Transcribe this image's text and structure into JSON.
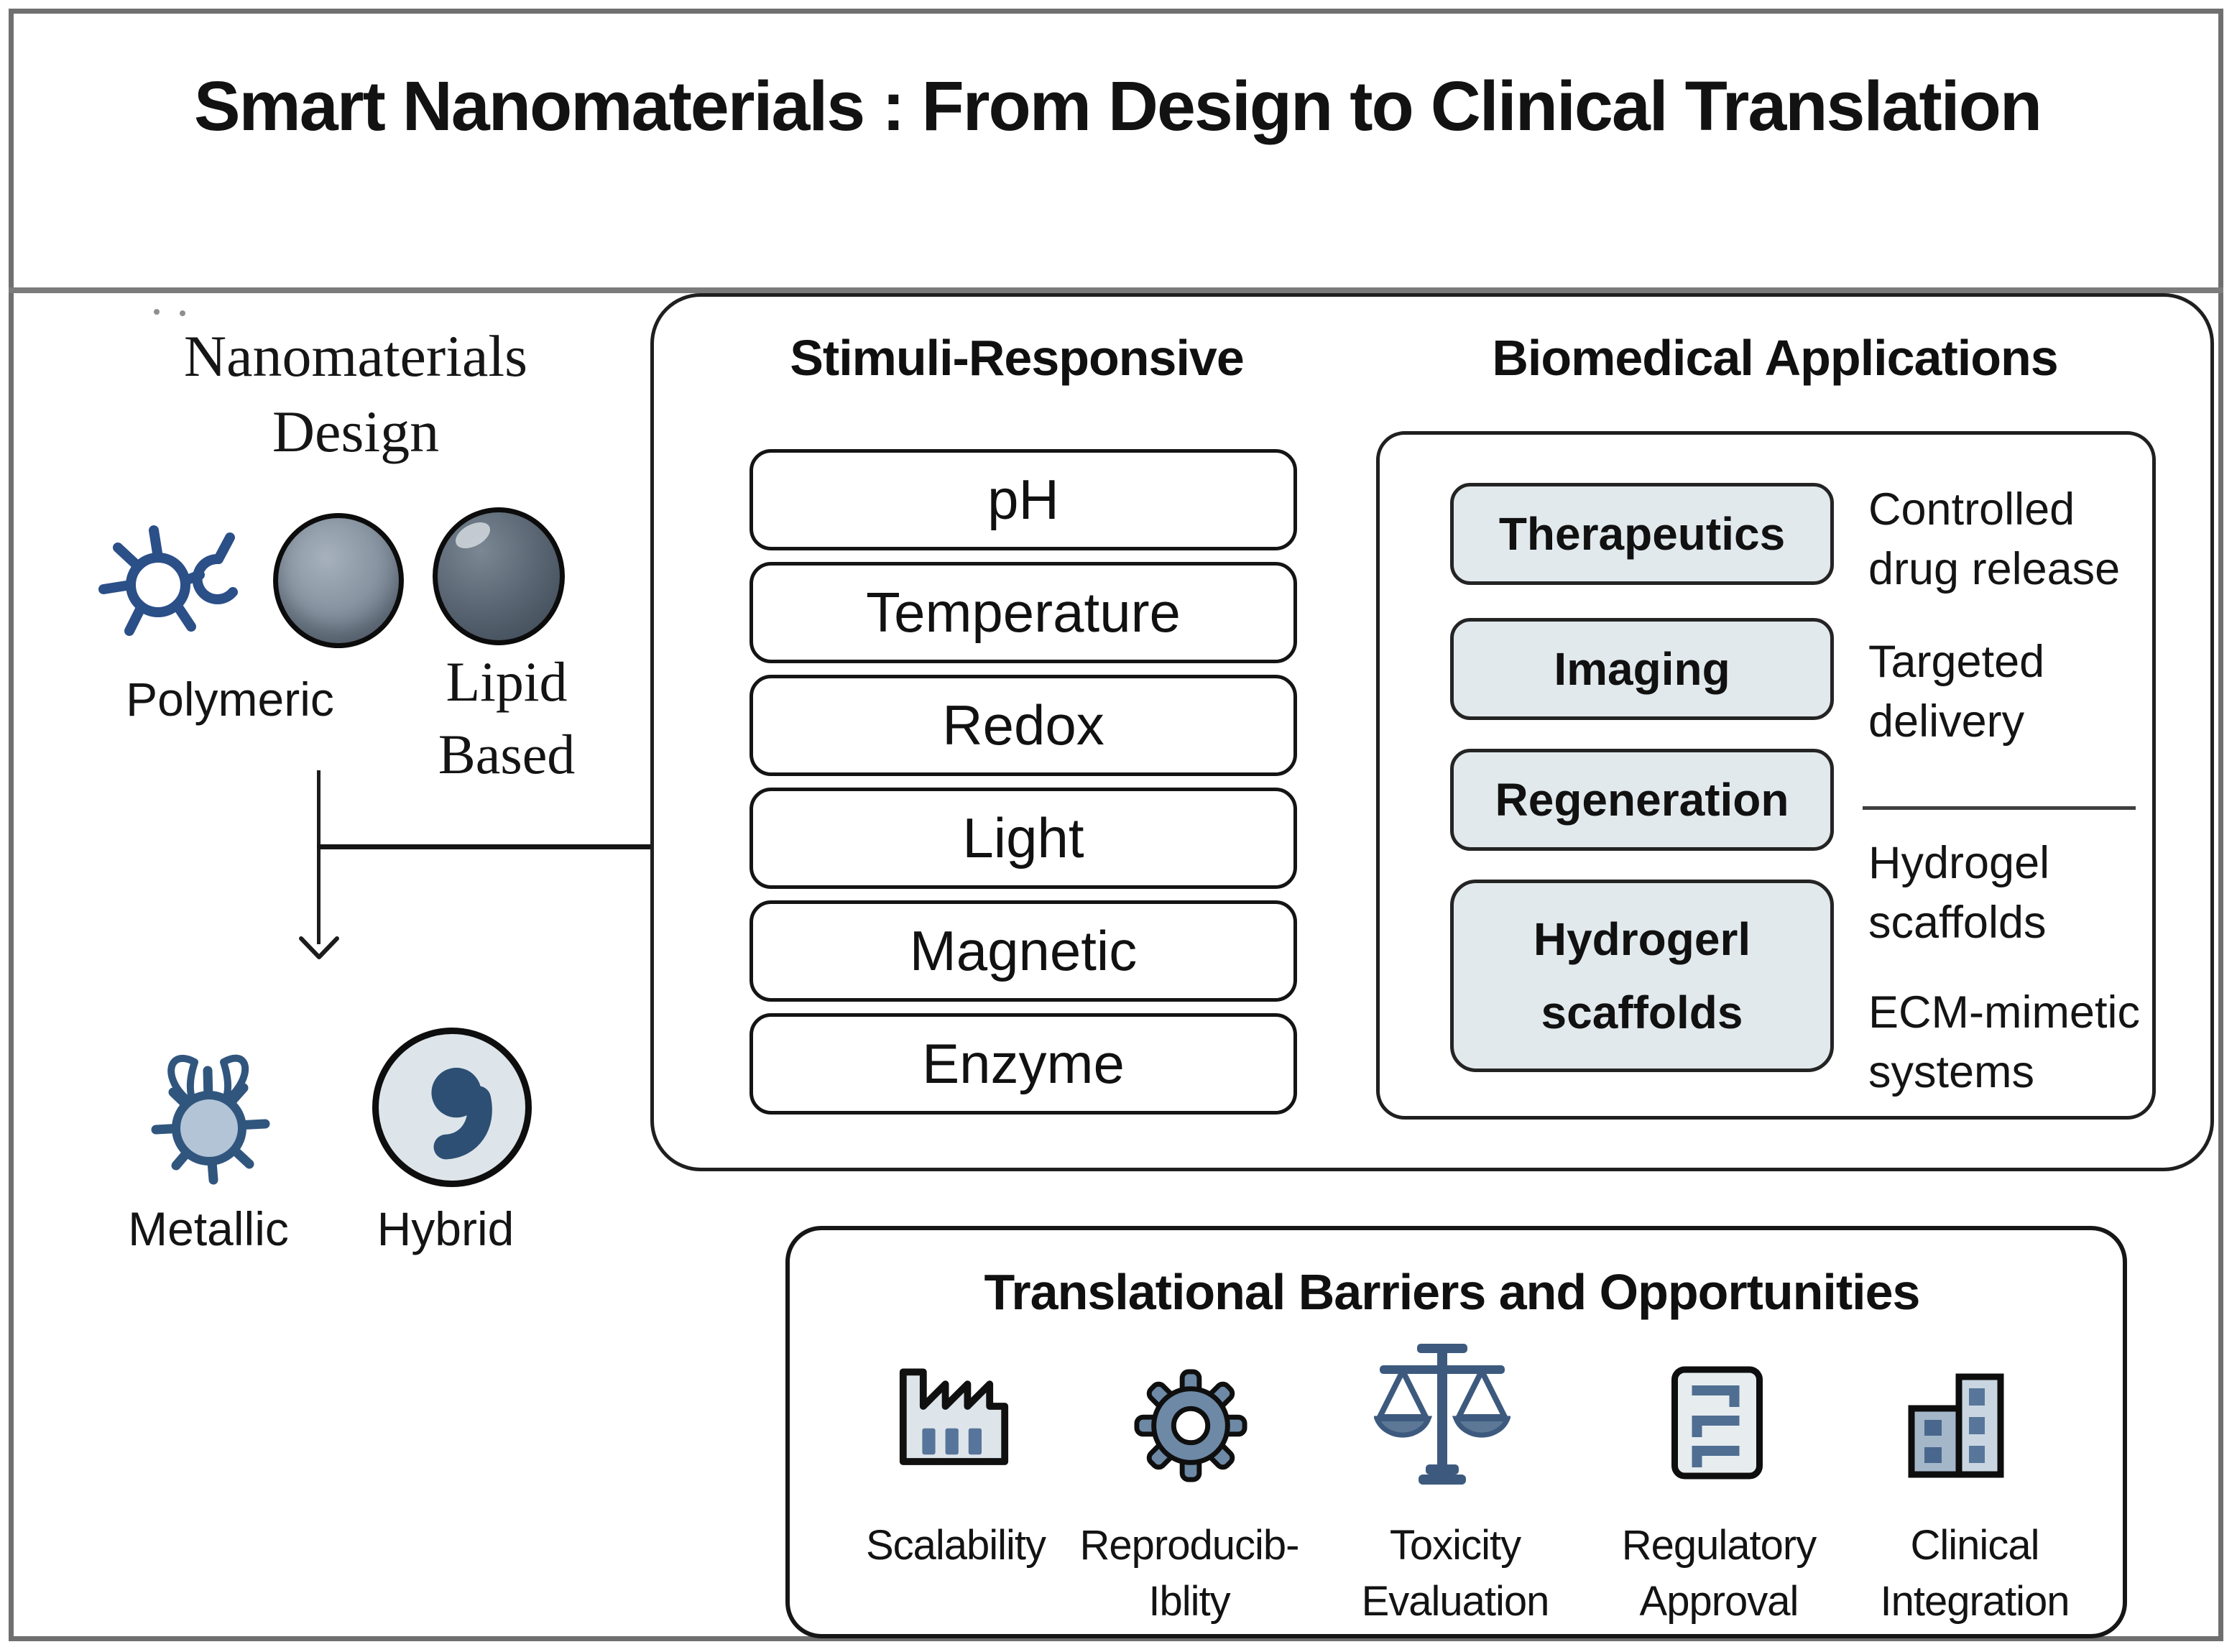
{
  "title": "Smart Nanomaterials : From Design to Clinical Translation",
  "design_panel": {
    "heading": {
      "line1": "Nanomaterials",
      "line2": "Design"
    },
    "polymeric_label": "Polymeric",
    "lipid_label": {
      "line1": "Lipid",
      "line2": "Based"
    },
    "metallic_label": "Metallic",
    "hybrid_label": "Hybrid",
    "icons": [
      "polymer-network-icon",
      "nanoparticle-sphere-icon",
      "lipid-sphere-icon",
      "metallic-nanoparticle-icon",
      "hybrid-nanoparticle-icon",
      "arrow-down-icon"
    ]
  },
  "stimuli_panel": {
    "heading": "Stimuli-Responsive",
    "items": [
      "pH",
      "Temperature",
      "Redox",
      "Light",
      "Magnetic",
      "Enzyme"
    ]
  },
  "biomedical_panel": {
    "heading": "Biomedical Applications",
    "pills": [
      "Therapeutics",
      "Imaging",
      "Regeneration"
    ],
    "hydrogel_pill": {
      "line1": "Hydrogerl",
      "line2": "scaffolds"
    },
    "notes": [
      {
        "line1": "Controlled",
        "line2": "drug release"
      },
      {
        "line1": "Targeted",
        "line2": "delivery"
      },
      {
        "line1": "Hydrogel",
        "line2": "scaffolds"
      },
      {
        "line1": "ECM-mimetic",
        "line2": "systems"
      }
    ]
  },
  "barriers_panel": {
    "heading": "Translational Barriers and Opportunities",
    "items": [
      {
        "icon": "factory-icon",
        "line1": "Scalability",
        "line2": ""
      },
      {
        "icon": "gear-icon",
        "line1": "Reproducib-",
        "line2": "Iblity"
      },
      {
        "icon": "scales-icon",
        "line1": "Toxicity",
        "line2": "Evaluation"
      },
      {
        "icon": "document-icon",
        "line1": "Regulatory",
        "line2": "Approval"
      },
      {
        "icon": "buildings-icon",
        "line1": "Clinical",
        "line2": "Integration"
      }
    ]
  },
  "colors": {
    "frame_gray": "#6f6f6f",
    "border_dark": "#1c1c1c",
    "pill_fill": "#e2e9ec",
    "polymer_blue": "#2b4f87",
    "metallic_blue": "#31567e",
    "slate_icon": "#5d7896",
    "slate_dark": "#3d5a7e"
  }
}
